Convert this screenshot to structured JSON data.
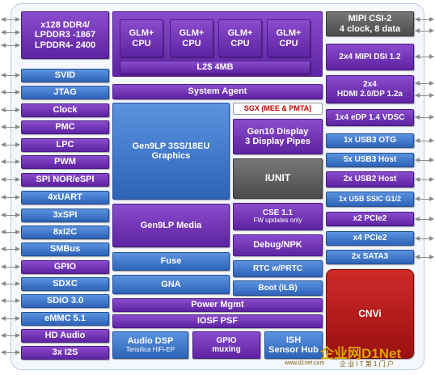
{
  "memory": [
    "x128 DDR4/",
    "LPDDR3 -1867",
    "LPDDR4- 2400"
  ],
  "cpu_label": [
    "GLM+",
    "CPU"
  ],
  "l2": "L2$ 4MB",
  "system_agent": "System Agent",
  "sgx": "SGX (MEE & PMTA)",
  "graphics": [
    "Gen9LP 3SS/18EU",
    "Graphics"
  ],
  "display": [
    "Gen10 Display",
    "3 Display Pipes"
  ],
  "iunit": "IUNIT",
  "media": "Gen9LP Media",
  "cse": [
    "CSE 1.1",
    "FW updates only"
  ],
  "debug": "Debug/NPK",
  "fuse": "Fuse",
  "rtc": "RTC w/PRTC",
  "gna": "GNA",
  "boot": "Boot (iLB)",
  "power": "Power Mgmt",
  "iosf": "IOSF PSF",
  "audio": [
    "Audio DSP",
    "Tensilica HiFi-EP"
  ],
  "gpio_mux": [
    "GPIO",
    "muxing"
  ],
  "ish": [
    "ISH",
    "Sensor Hub"
  ],
  "cnvi": "CNVi",
  "left_io": [
    "SVID",
    "JTAG",
    "Clock",
    "PMC",
    "LPC",
    "PWM",
    "SPI NOR/eSPI",
    "4xUART",
    "3xSPI",
    "8xI2C",
    "SMBus",
    "GPIO",
    "SDXC",
    "SDIO 3.0",
    "eMMC 5.1",
    "HD Audio",
    "3x I2S"
  ],
  "right_io": {
    "csi": [
      "MIPI CSI-2",
      "4 clock, 8 data"
    ],
    "dsi": "2x4 MIPI DSI 1.2",
    "hdmi": [
      "2x4",
      "HDMI 2.0/DP 1.2a"
    ],
    "edp": "1x4 eDP 1.4 VDSC",
    "usb3otg": "1x USB3 OTG",
    "usb3host": "5x USB3 Host",
    "usb2host": "2x USB2 Host",
    "ssic": "1x USB SSIC G1/2",
    "pcie_x2": "x2 PCIe2",
    "pcie_x4": "x4 PCIe2",
    "sata": "2x SATA3"
  },
  "watermark": {
    "logo": "企业网D1Net",
    "cn": "企 业 I T 第 1 门 户",
    "url": "www.d1net.com"
  },
  "colors": {
    "blue": "#3a74cc",
    "purple": "#6f32b8",
    "gray": "#555555",
    "red": "#b01818",
    "sgx_text": "#c00000"
  }
}
